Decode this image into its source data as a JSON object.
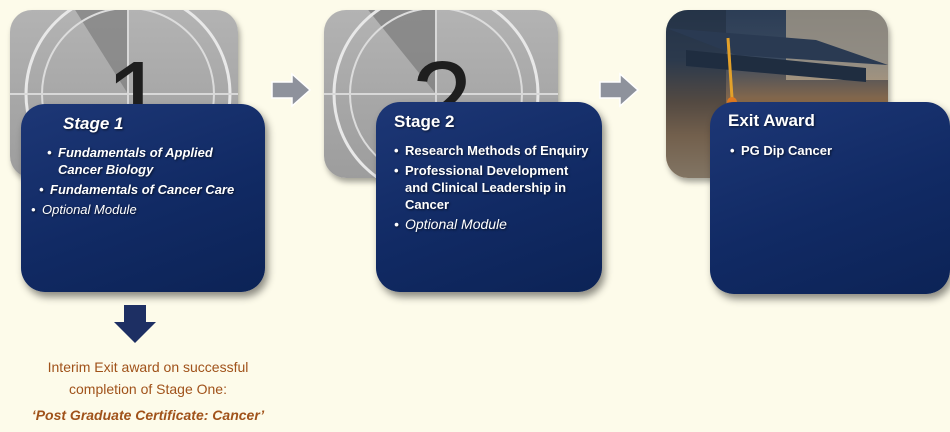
{
  "stages": [
    {
      "title": "Stage 1",
      "countdown_digit": "1",
      "items": [
        {
          "text": "Fundamentals of Applied Cancer Biology",
          "italic": false
        },
        {
          "text": "Fundamentals of Cancer Care",
          "italic": false
        },
        {
          "text": "Optional Module",
          "italic": true
        }
      ]
    },
    {
      "title": "Stage 2",
      "countdown_digit": "2",
      "items": [
        {
          "text": "Research Methods of Enquiry",
          "italic": false
        },
        {
          "text": "Professional Development and Clinical Leadership in Cancer",
          "italic": false
        },
        {
          "text": "Optional Module",
          "italic": true
        }
      ]
    }
  ],
  "exit_award": {
    "title": "Exit Award",
    "items": [
      "PG Dip Cancer"
    ]
  },
  "interim_note": {
    "line1": "Interim Exit award on successful",
    "line2": "completion of Stage One:",
    "award": "‘Post Graduate Certificate: Cancer’"
  },
  "colors": {
    "background": "#fdfbea",
    "card": "#112a64",
    "note_text": "#a0521a",
    "arrow_grey": "#8e929c",
    "arrow_navy": "#1d2f63"
  },
  "icons": {
    "stage_arrow": "right-arrow-icon",
    "down_arrow": "down-arrow-icon",
    "photo": "graduation-cap-photo"
  }
}
